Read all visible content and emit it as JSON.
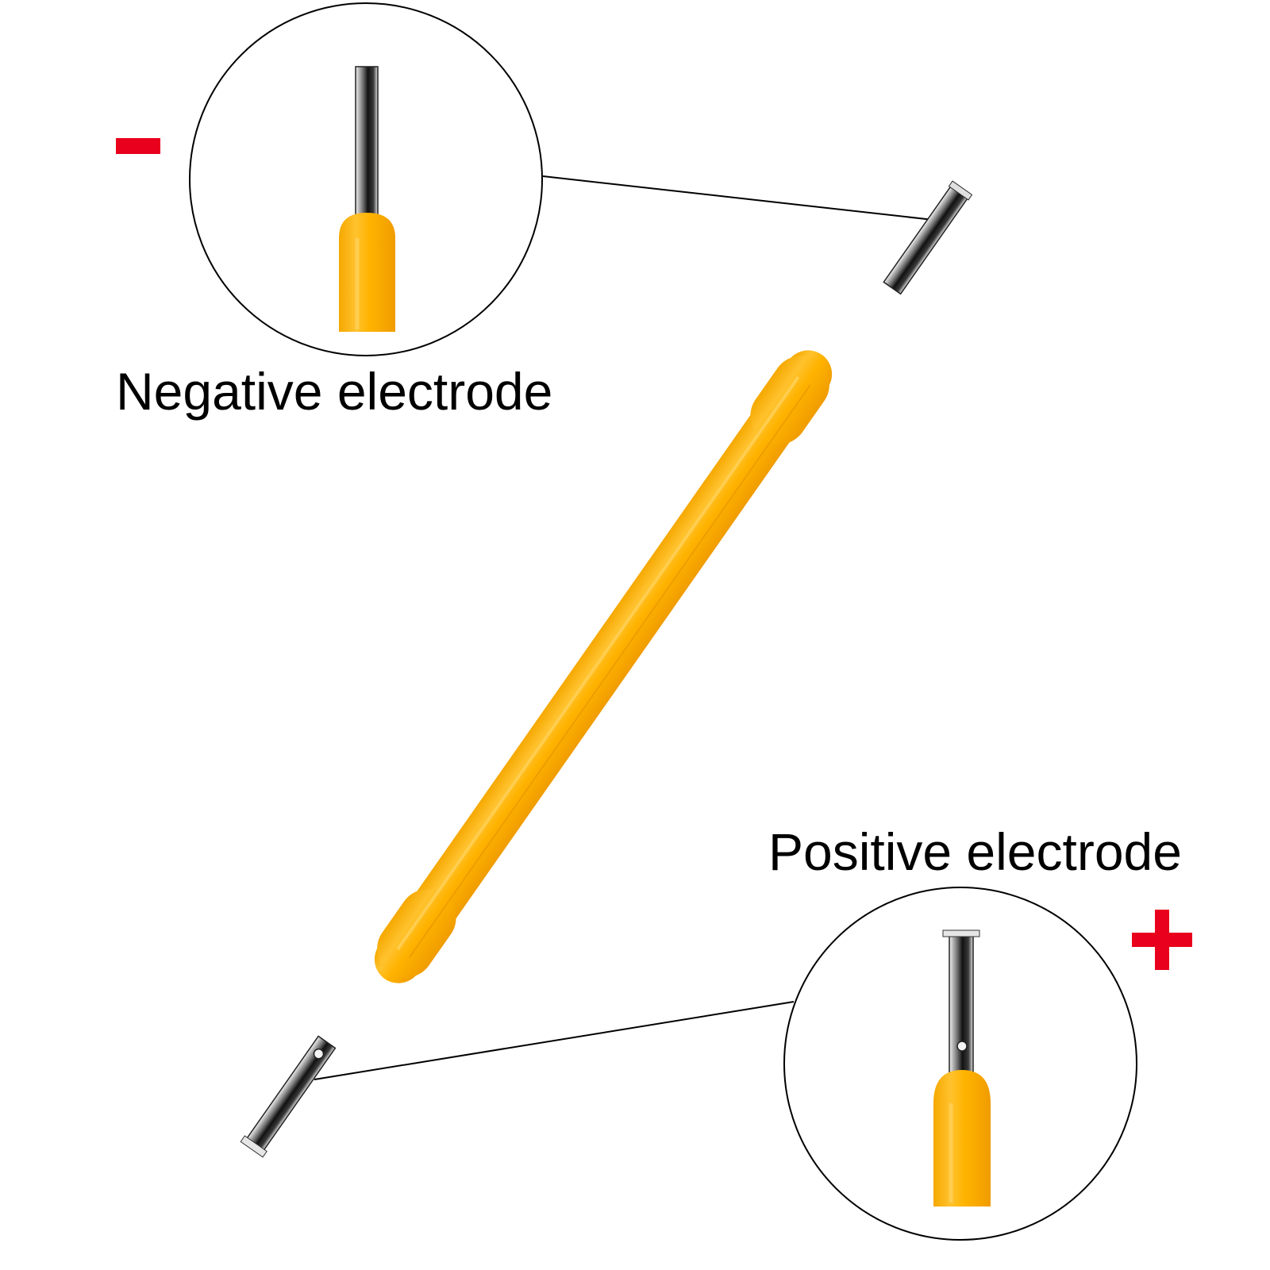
{
  "labels": {
    "negative": "Negative electrode",
    "positive": "Positive electrode"
  },
  "polarity": {
    "negative_symbol": "minus-sign",
    "positive_symbol": "plus-sign",
    "color": "#e8001c"
  },
  "colors": {
    "insulation": "#ffb400",
    "insulation_highlight": "#ffc83a",
    "metal_dark": "#1a1a1a",
    "metal_light": "#d8d8d8",
    "leader_line": "#000000"
  }
}
